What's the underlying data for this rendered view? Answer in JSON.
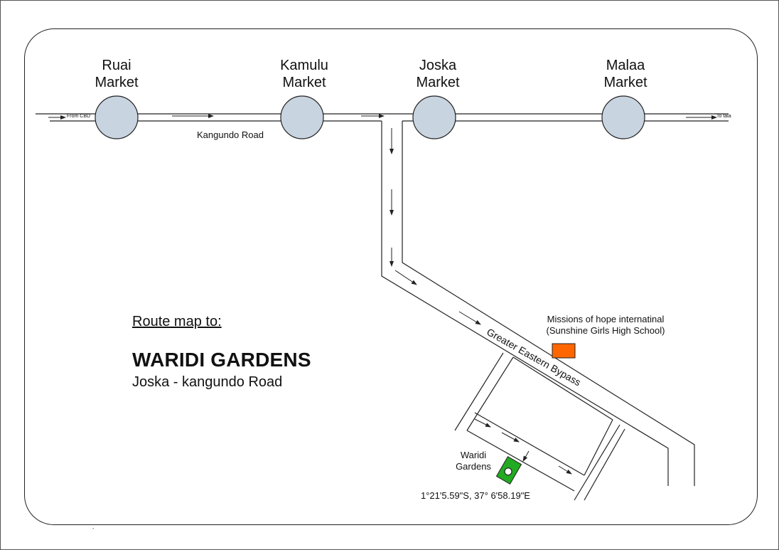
{
  "markets": {
    "ruai": [
      "Ruai",
      "Market"
    ],
    "kamulu": [
      "Kamulu",
      "Market"
    ],
    "joska": [
      "Joska",
      "Market"
    ],
    "malaa": [
      "Malaa",
      "Market"
    ]
  },
  "roads": {
    "from_cbd": "From CBD",
    "to_tala": "To tala",
    "kangundo": "Kangundo Road",
    "bypass": "Greater Eastern Bypass"
  },
  "landmark": {
    "name": "Missions of hope internatinal",
    "detail": "(Sunshine Girls High School)",
    "color": "#ff6600"
  },
  "destination": {
    "route_heading": "Route map to:",
    "title": "WARIDI GARDENS",
    "subtitle": "Joska - kangundo Road",
    "marker_label": [
      "Waridi",
      "Gardens"
    ],
    "coordinates": "1°21'5.59\"S, 37° 6'58.19\"E",
    "marker_color": "#22aa22"
  },
  "colors": {
    "roundabout_fill": "#c8d4e0",
    "road_line": "#222222"
  },
  "footer_mark": "´"
}
